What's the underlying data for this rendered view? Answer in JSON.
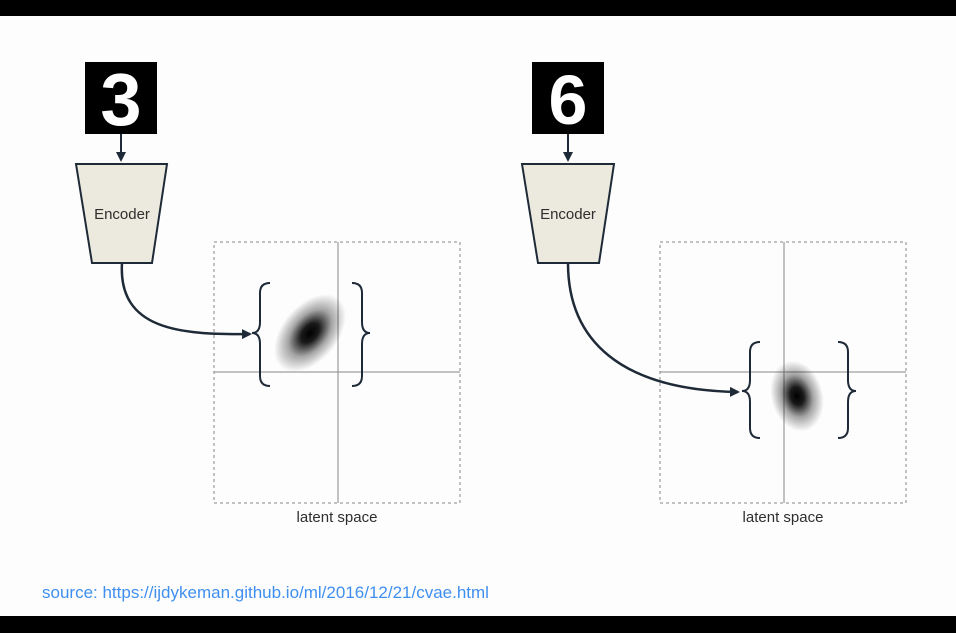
{
  "diagrams": [
    {
      "digit": "3",
      "encoder_label": "Encoder",
      "caption": "latent space"
    },
    {
      "digit": "6",
      "encoder_label": "Encoder",
      "caption": "latent space"
    }
  ],
  "source_text": "source: https://ijdykeman.github.io/ml/2016/12/21/cvae.html",
  "colors": {
    "background": "#fdfdfd",
    "letterbox": "#000000",
    "encoder_fill": "#ece9de",
    "stroke": "#1f2a38",
    "link": "#3f8ff0"
  }
}
